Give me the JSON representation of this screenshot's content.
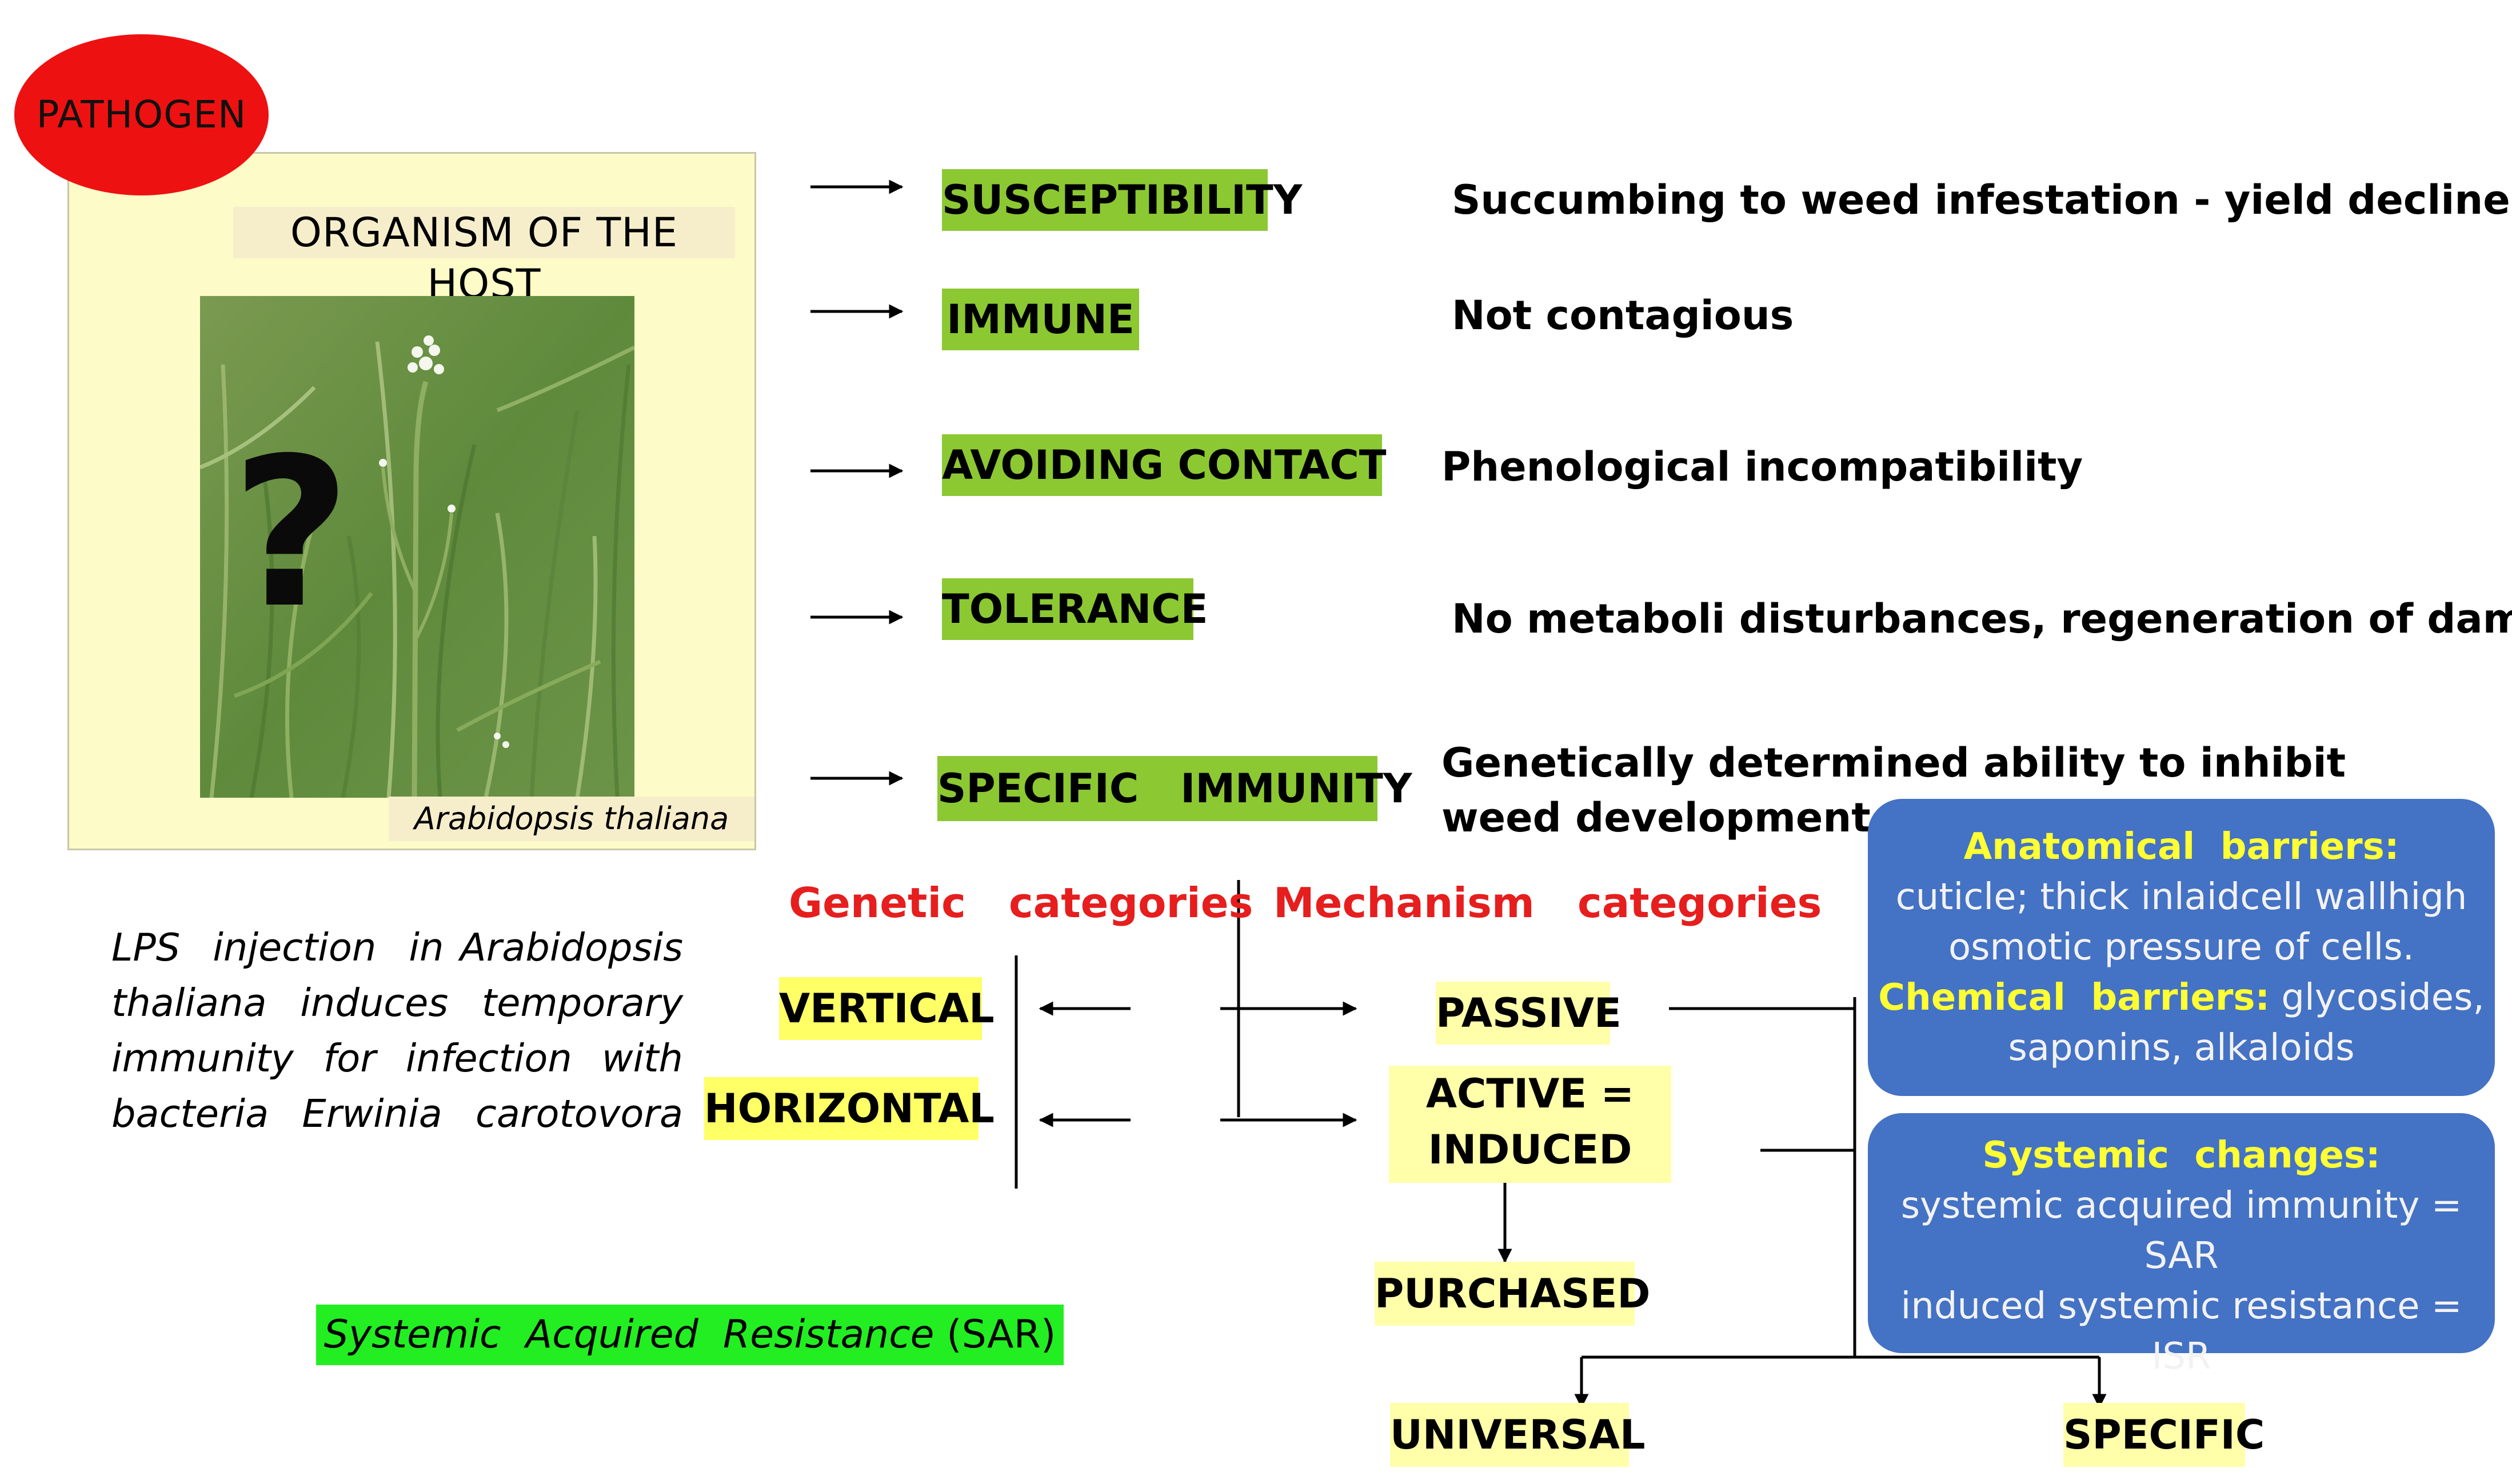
{
  "pathogen": {
    "label": "PATHOGEN"
  },
  "host": {
    "title": "ORGANISM OF THE HOST",
    "question_mark": "?",
    "caption": "Arabidopsis thaliana"
  },
  "responses": [
    {
      "label": "SUSCEPTIBILITY",
      "desc": "Succumbing to weed infestation - yield decline"
    },
    {
      "label": "IMMUNE",
      "desc": "Not contagious"
    },
    {
      "label": "AVOIDING CONTACT",
      "desc": "Phenological incompatibility"
    },
    {
      "label": "TOLERANCE",
      "desc": "No metaboli disturbances, regeneration of damage"
    },
    {
      "label": "SPECIFIC   IMMUNITY",
      "desc_line1": "Genetically determined ability to inhibit",
      "desc_line2": "weed development"
    }
  ],
  "genetic": {
    "heading": "Genetic   categories",
    "vertical": "VERTICAL",
    "horizontal": "HORIZONTAL"
  },
  "mechanism": {
    "heading": "Mechanism   categories",
    "passive": "PASSIVE",
    "active_line1": "ACTIVE =",
    "active_line2": "INDUCED",
    "purchased": "PURCHASED",
    "universal": "UNIVERSAL",
    "specific": "SPECIFIC"
  },
  "lps_note": [
    "LPS  injection  in Arabidopsis",
    "thaliana  induces  temporary",
    "immunity  for  infection  with",
    "bacteria  Erwinia  carotovora"
  ],
  "sar": {
    "italic": "Systemic  Acquired  Resistance",
    "abbr": "(SAR)"
  },
  "barriers": {
    "anatomical_head": "Anatomical  barriers:",
    "anatomical_line1": "cuticle; thick inlaidcell wallhigh",
    "anatomical_line2": "osmotic pressure of cells.",
    "chemical_head": "Chemical  barriers:",
    "chemical_inline": " glycosides,",
    "chemical_line2": "saponins, alkaloids"
  },
  "systemic": {
    "head": "Systemic  changes:",
    "line1": "systemic acquired immunity =",
    "line2": "SAR",
    "line3": "induced systemic resistance = ISR"
  },
  "colors": {
    "pathogen": "#ee1111",
    "green_box": "#8cc832",
    "yellow_box": "#ffff66",
    "red_text": "#e61e1e",
    "blue_panel": "#4472c4",
    "sar_green": "#22ee22"
  }
}
